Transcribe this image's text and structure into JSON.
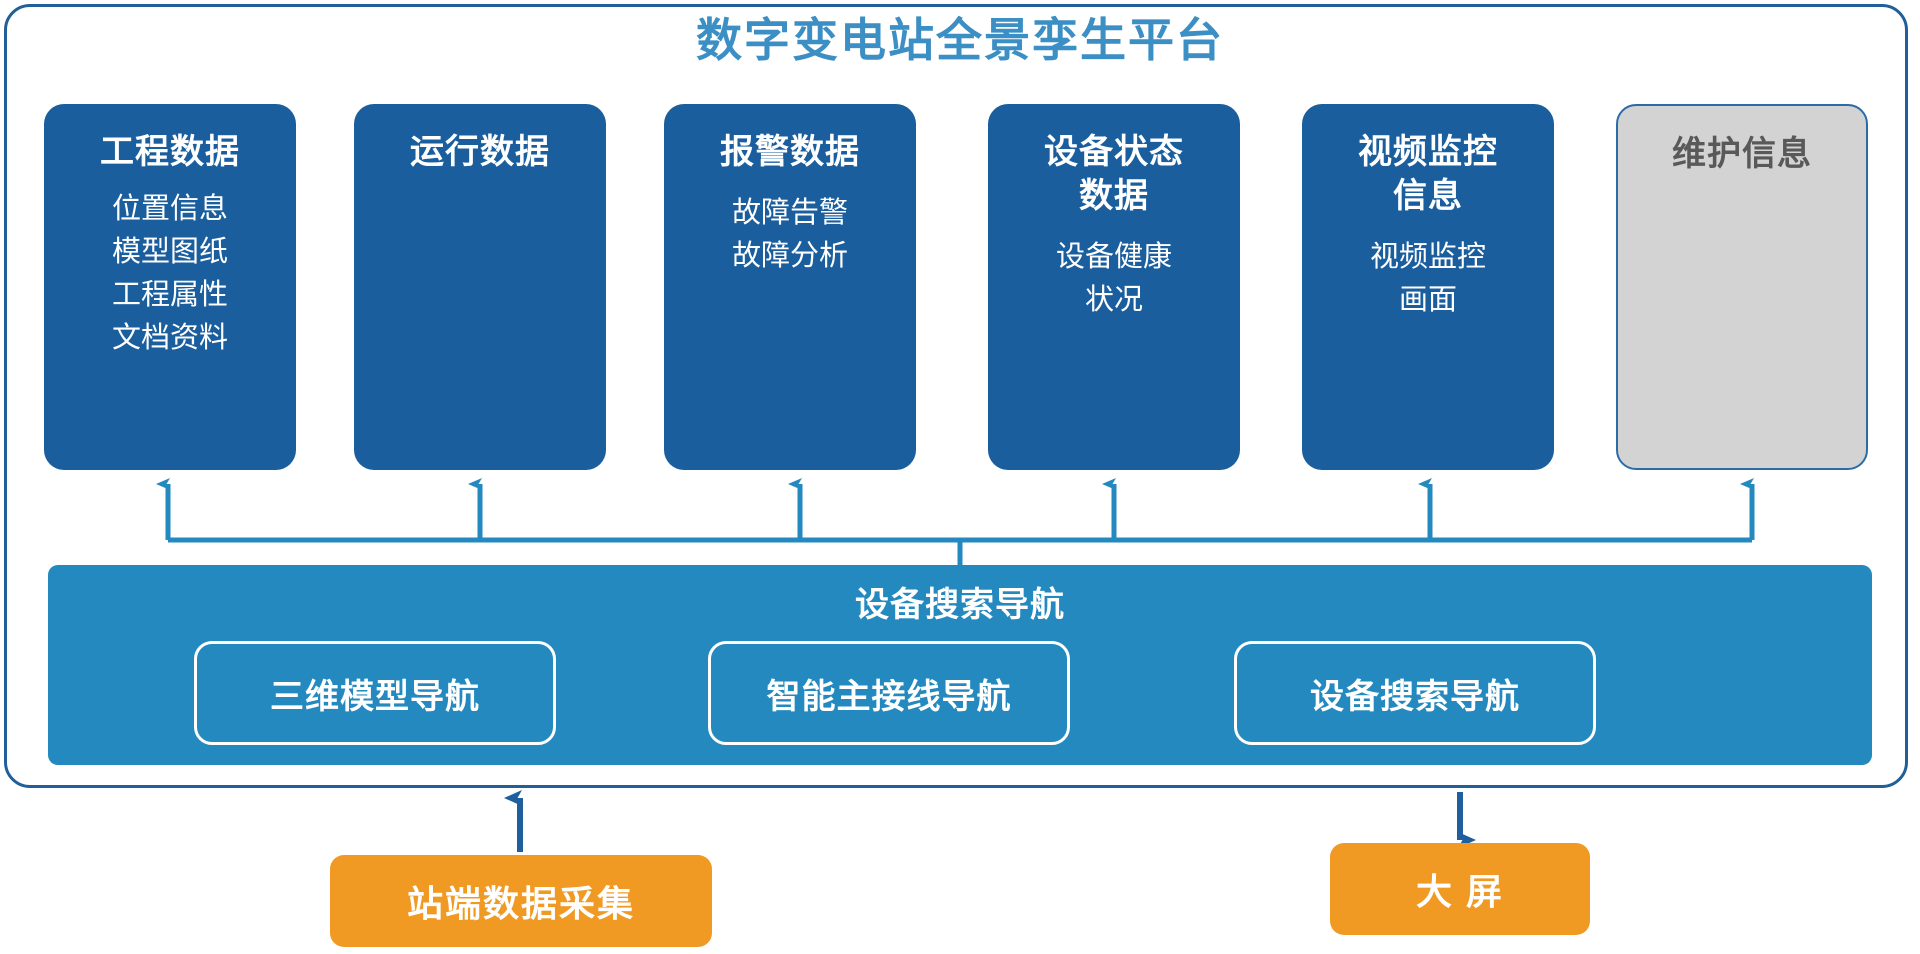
{
  "title": "数字变电站全景孪生平台",
  "theme": {
    "title_color": "#3b8fc4",
    "card_blue": "#1b5e9e",
    "card_muted": "#d3d3d3",
    "band_blue": "#2489bf",
    "orange": "#f09a24",
    "frame_border": "#215f98",
    "connector_light": "#2489bf",
    "connector_dark": "#1f5f9e"
  },
  "cards": [
    {
      "title": "工程数据",
      "items": [
        "位置信息",
        "模型图纸",
        "工程属性",
        "文档资料"
      ],
      "state": "active"
    },
    {
      "title": "运行数据",
      "items": [],
      "state": "active"
    },
    {
      "title": "报警数据",
      "items": [
        "故障告警",
        "故障分析"
      ],
      "state": "active"
    },
    {
      "title": "设备状态\n数据",
      "items": [
        "设备健康",
        "状况"
      ],
      "state": "active"
    },
    {
      "title": "视频监控\n信息",
      "items": [
        "视频监控",
        "画面"
      ],
      "state": "active"
    },
    {
      "title": "维护信息",
      "items": [],
      "state": "muted"
    }
  ],
  "nav_band": {
    "title": "设备搜索导航",
    "buttons": [
      "三维模型导航",
      "智能主接线导航",
      "设备搜索导航"
    ]
  },
  "bottom": {
    "source_label": "站端数据采集",
    "display_label": "大 屏"
  }
}
